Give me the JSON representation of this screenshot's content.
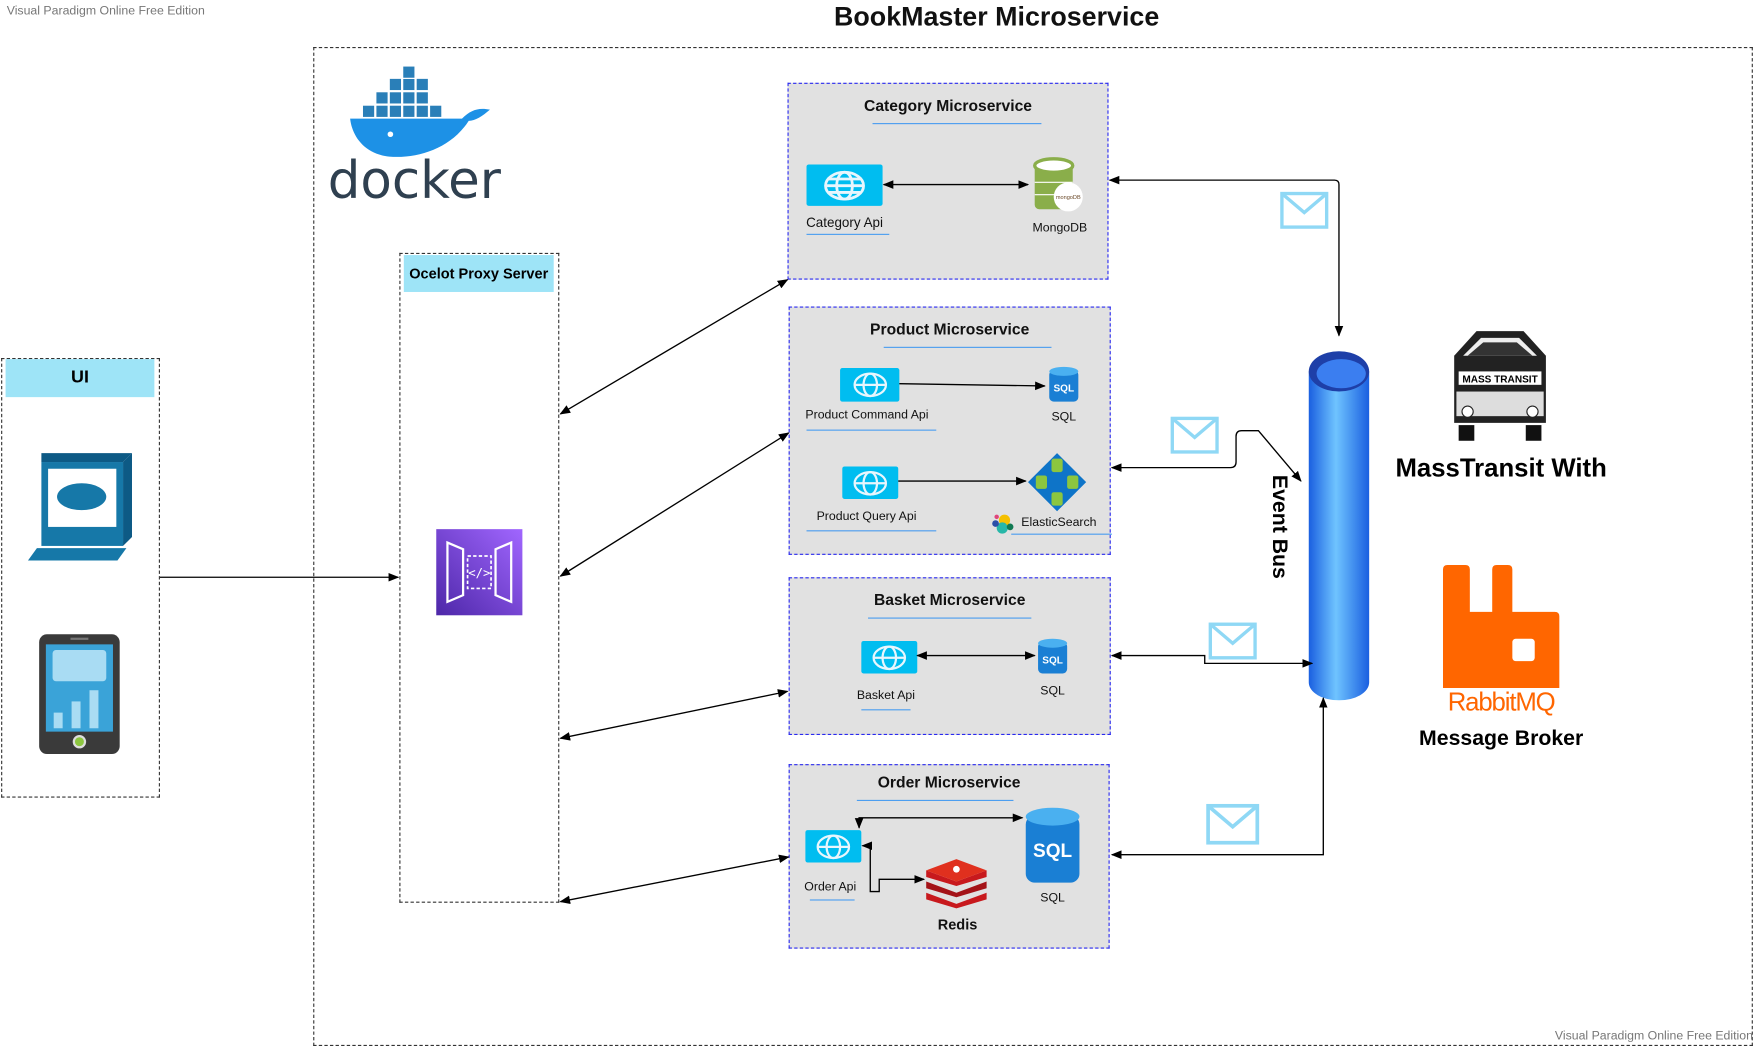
{
  "watermark_top": "Visual Paradigm Online Free Edition",
  "watermark_bottom": "Visual Paradigm Online Free Edition",
  "title": "BookMaster Microservice",
  "docker": {
    "text": "docker"
  },
  "ui": {
    "header": "UI"
  },
  "gateway": {
    "header": "Ocelot Proxy Server"
  },
  "category": {
    "title": "Category Microservice",
    "api": "Category Api",
    "db": "MongoDB"
  },
  "product": {
    "title": "Product Microservice",
    "command_api": "Product Command Api",
    "command_db": "SQL",
    "query_api": "Product Query Api",
    "query_db": "ElasticSearch"
  },
  "basket": {
    "title": "Basket Microservice",
    "api": "Basket Api",
    "db": "SQL"
  },
  "order": {
    "title": "Order Microservice",
    "api": "Order Api",
    "db": "SQL",
    "cache": "Redis"
  },
  "event_bus": {
    "label": "Event Bus"
  },
  "masstransit": {
    "label": "MassTransit With"
  },
  "rabbitmq": {
    "logo_text": "RabbitMQ",
    "label": "Message Broker"
  },
  "colors": {
    "api": "#00bdf0",
    "service_border": "#2a2af0",
    "service_bg": "#e1e1e1",
    "header": "#9ee4f7",
    "bus": "#1e6ff0",
    "rabbit": "#ff6600",
    "envelope": "#8fd8f5"
  }
}
